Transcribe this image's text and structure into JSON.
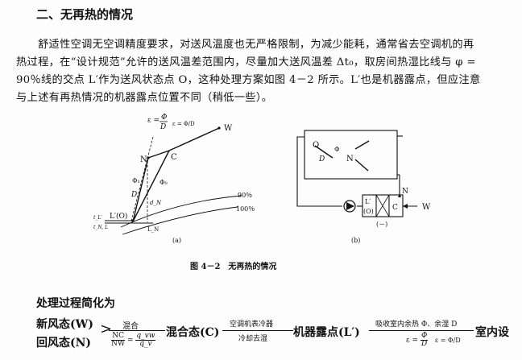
{
  "section_heading": "二、无再热的情况",
  "paragraph": {
    "lines": [
      "舒适性空调无空调精度要求，对送风温度也无严格限制，为减少能耗，通常省去空调机的再",
      "热过程，在“设计规范”允许的送风温差范围内，尽量加大送风温差 Δt₀，取房间热湿比线与 φ =",
      "90％线的交点 L′作为送风状态点 O，这种处理方案如图 4－2 所示。L′也是机器露点，但应注意",
      "与上述有再热情况的机器露点位置不同（稍低一些）。"
    ]
  },
  "figure_a": {
    "epsilon_label": "ε = Φ/D",
    "eps": "ε =",
    "phi": "Φ",
    "d": "D",
    "points": {
      "W": "W",
      "N": "N",
      "C": "C",
      "L": "L′(O)",
      "LN": "L_N"
    },
    "phi_total": "Φ₁",
    "D_label": "D",
    "phi_zero": "Φ₀",
    "dN": "d_N",
    "curve_90": "90％",
    "curve_100": "100％",
    "t_L": "t_L′",
    "t_NL": "t_N, L",
    "caption": "(a)"
  },
  "figure_b": {
    "O": "O",
    "D": "D",
    "Phi": "Φ",
    "N": "N",
    "N_pipe": "N",
    "L_line1": "L′",
    "L_line2": "(O)",
    "C": "C",
    "W": "W",
    "minus": "(－)",
    "caption": "(b)"
  },
  "figure_caption": "图 4－2　无再热的情况",
  "process": {
    "heading": "处理过程简化为",
    "fresh": "新风态(W)",
    "return": "回风态(N)",
    "mix_label": "混合",
    "ratio_left_num": "NC",
    "ratio_left_den": "NW",
    "ratio_right_num": "q_vw",
    "ratio_right_den": "q_v",
    "mixed_state": "混合态(C)",
    "cooler_top": "空调机表冷器",
    "cooler_bottom": "冷却去湿",
    "dew_point": "机器露点(L′)",
    "absorb_top": "吸收室内余热 Φ、余湿 D",
    "eps_bottom": "ε = Φ/D",
    "eps_sym": "ε =",
    "eps_num": "Φ",
    "eps_den": "D",
    "indoor": "室内设"
  }
}
